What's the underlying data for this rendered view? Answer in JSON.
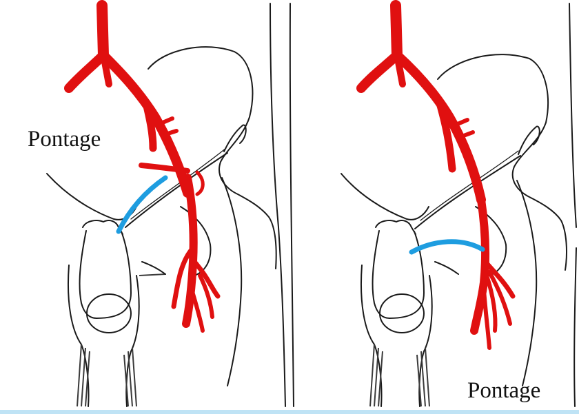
{
  "panels": [
    {
      "id": "left",
      "label": "Pontage"
    },
    {
      "id": "right",
      "label": "Pontage"
    }
  ],
  "colors": {
    "artery": "#e01010",
    "bypass": "#1e9de0",
    "outline": "#1a1a1a",
    "hatch": "#3a3a3a",
    "background": "#ffffff",
    "frame_bottom": "#bfe3f5"
  }
}
